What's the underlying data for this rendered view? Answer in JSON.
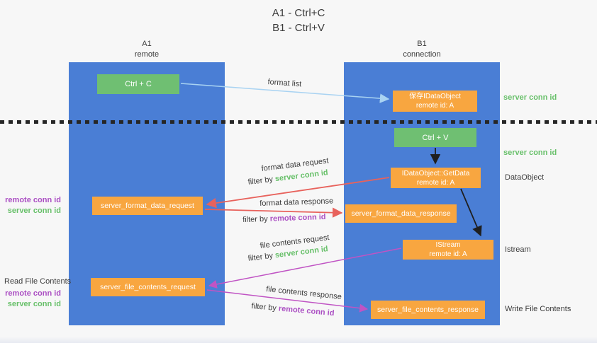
{
  "title": {
    "line1": "A1 - Ctrl+C",
    "line2": "B1 - Ctrl+V"
  },
  "lifelines": {
    "a1": {
      "name": "A1",
      "role": "remote"
    },
    "b1": {
      "name": "B1",
      "role": "connection"
    }
  },
  "nodes": {
    "ctrl_c": {
      "label": "Ctrl + C"
    },
    "ctrl_v": {
      "label": "Ctrl + V"
    },
    "save_idataobject": {
      "line1": "保存IDataObject",
      "line2": "remote id: A"
    },
    "getdata": {
      "line1": "IDataObject::GetData",
      "line2": "remote id: A"
    },
    "istream": {
      "line1": "IStream",
      "line2": "remote id: A"
    },
    "server_format_data_request": {
      "label": "server_format_data_request"
    },
    "server_format_data_response": {
      "label": "server_format_data_response"
    },
    "server_file_contents_request": {
      "label": "server_file_contents_request"
    },
    "server_file_contents_response": {
      "label": "server_file_contents_response"
    }
  },
  "annotations": {
    "format_list": "format list",
    "server_conn_id_right_top": "server conn id",
    "server_conn_id_right_mid": "server conn id",
    "dataobject_right": "DataObject",
    "istream_right": "Istream",
    "write_file_contents_right": "Write File Contents",
    "read_file_contents_left": "Read File Contents",
    "remote_conn_id_left_top": "remote conn id",
    "server_conn_id_left_top": "server conn id",
    "remote_conn_id_left_bottom": "remote conn id",
    "server_conn_id_left_bottom": "server conn id",
    "format_data_request": "format data request",
    "format_data_response": "format data response",
    "file_contents_request": "file contents request",
    "file_contents_response": "file contents response",
    "filter_by": "filter by",
    "filter_server_conn_id": "server conn id",
    "filter_remote_conn_id": "remote conn id"
  },
  "colors": {
    "lifeline_blue": "#4a7ed5",
    "node_green": "#6fbf72",
    "node_orange": "#f8a640",
    "text_dark": "#3c3c3c",
    "id_green": "#68c06a",
    "id_purple": "#ab4fc3",
    "arrow_light_blue": "#a9d3f2",
    "arrow_black": "#1f1f1f",
    "arrow_red": "#e8625c",
    "arrow_magenta": "#c054c4"
  }
}
